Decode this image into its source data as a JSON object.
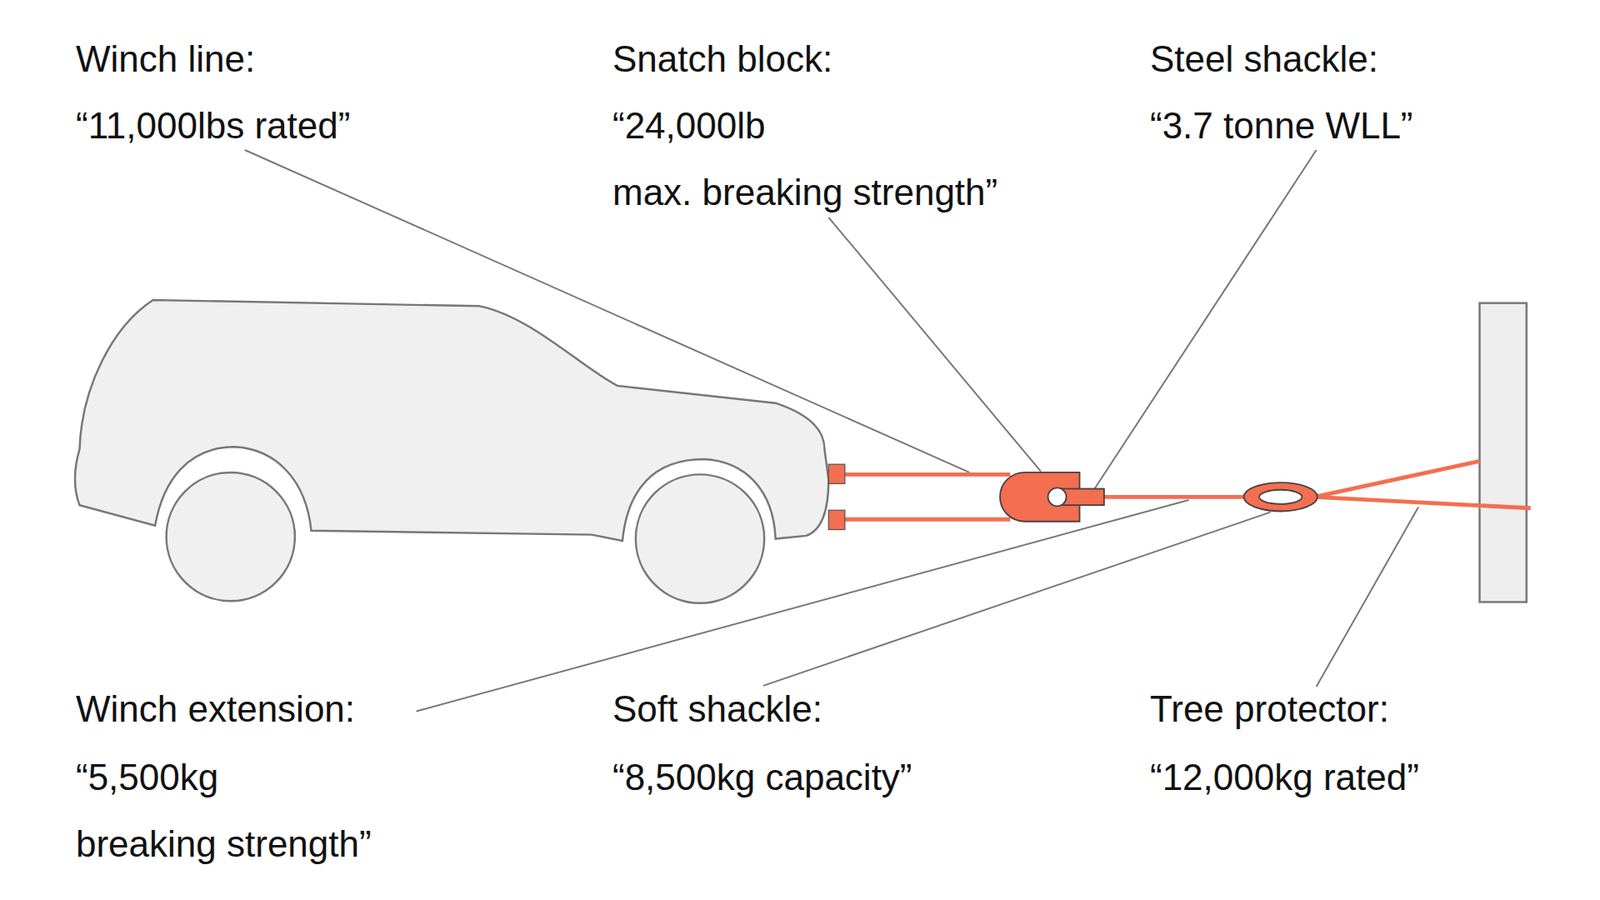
{
  "diagram": {
    "labels": [
      "Winch line:",
      "“11,000lbs rated”",
      "Snatch block:",
      "“24,000lb max. breaking strength”",
      "Steel shackle:",
      "“3.7 tonne WLL”",
      "Winch extension:",
      "“5,500kg breaking strength”",
      "Soft shackle:",
      "“8,500kg capacity”",
      "Tree protector:",
      "“12,000kg rated”"
    ]
  }
}
